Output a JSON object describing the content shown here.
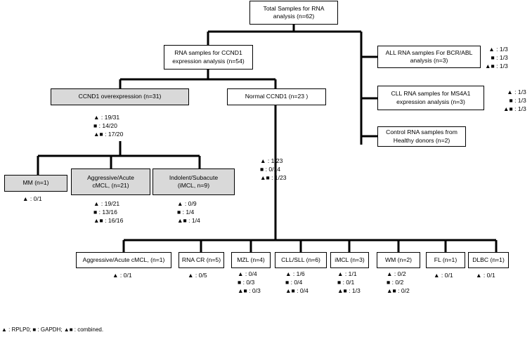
{
  "nodes": {
    "total": "Total Samples for RNA\nanalysis (n=62)",
    "ccnd1_expr": "RNA samples for CCND1\nexpression analysis (n=54)",
    "all_bcr": "ALL RNA samples For BCR/ABL\nanalysis (n=3)",
    "cll_ms4a1": "CLL  RNA samples for MS4A1\nexpression analysis (n=3)",
    "control": "Control RNA samples from\nHealthy donors (n=2)",
    "ccnd1_over": "CCND1 overexpression (n=31)",
    "normal_ccnd1": "Normal CCND1 (n=23 )",
    "mm": "MM (n=1)",
    "aggressive_over": "Aggressive/Acute\ncMCL, (n=21)",
    "indolent": "Indolent/Subacute\n(iMCL, n=9)",
    "aggressive_norm": "Aggressive/Acute cMCL, (n=1)",
    "rna_cr": "RNA CR (n=5)",
    "mzl": "MZL (n=4)",
    "cll_sll": "CLL/SLL (n=6)",
    "imcl": "iMCL (n=3)",
    "wm": "WM (n=2)",
    "fl": "FL (n=1)",
    "dlbc": "DLBC (n=1)"
  },
  "stats": {
    "all_bcr": "▲ : 1/3\n■ : 1/3\n▲■ : 1/3",
    "cll_ms4a1": "▲ : 1/3\n■ : 1/3\n▲■ : 1/3",
    "ccnd1_over": "▲ : 19/31\n■ : 14/20\n▲■ : 17/20",
    "normal_ccnd1": "▲ : 1/23\n■ : 0/14\n▲■ : 1/23",
    "mm": "▲ : 0/1",
    "aggressive_over": "▲ : 19/21\n■ : 13/16\n▲■ : 16/16",
    "indolent": "▲ : 0/9\n■ : 1/4\n▲■ : 1/4",
    "aggressive_norm": "▲ : 0/1",
    "rna_cr": "▲ : 0/5",
    "mzl": "▲ : 0/4\n■ : 0/3\n▲■ : 0/3",
    "cll_sll": "▲ : 1/6\n■ : 0/4\n▲■ : 0/4",
    "imcl": "▲ : 1/1\n■ : 0/1\n▲■ : 1/3",
    "wm": "▲ : 0/2\n■ : 0/2\n▲■ : 0/2",
    "fl": "▲ : 0/1",
    "dlbc": "▲ : 0/1"
  },
  "footnote": "▲ : RPLP0; ■ : GAPDH; ▲■ : combined."
}
